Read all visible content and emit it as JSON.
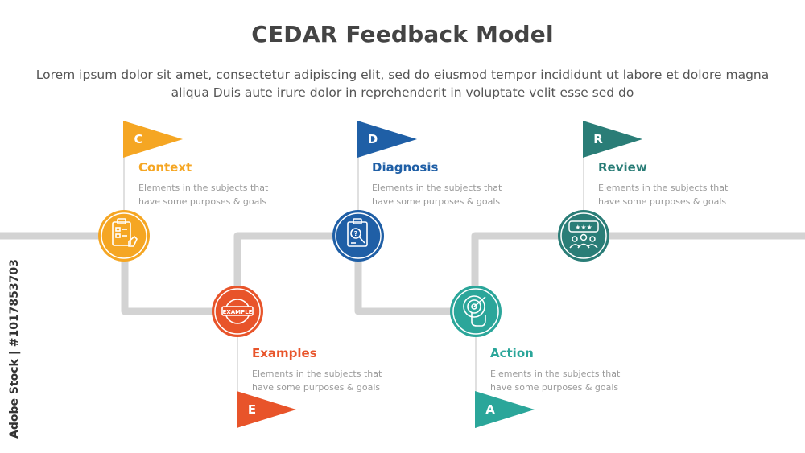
{
  "title": "CEDAR Feedback Model",
  "subtitle": "Lorem ipsum dolor sit amet, consectetur adipiscing elit, sed do eiusmod tempor incididunt ut labore et dolore magna aliqua Duis aute irure dolor in reprehenderit in voluptate velit esse sed do",
  "watermark": "Adobe Stock | #1017853703",
  "colors": {
    "path": "#d3d3d3",
    "context": "#f5a623",
    "diagnosis": "#1f5fa6",
    "review": "#2a7d77",
    "examples": "#e8542a",
    "action": "#2ba69a",
    "description": "#9a9a9a"
  },
  "steps": [
    {
      "id": "context",
      "letter": "C",
      "title": "Context",
      "desc_line1": "Elements in the subjects that",
      "desc_line2": "have  some purposes & goals",
      "icon": "clipboard-checklist-icon"
    },
    {
      "id": "examples",
      "letter": "E",
      "title": "Examples",
      "desc_line1": "Elements in the subjects that",
      "desc_line2": "have  some purposes & goals",
      "icon": "example-badge-icon"
    },
    {
      "id": "diagnosis",
      "letter": "D",
      "title": "Diagnosis",
      "desc_line1": "Elements in the subjects that",
      "desc_line2": "have  some purposes & goals",
      "icon": "clipboard-magnifier-icon"
    },
    {
      "id": "action",
      "letter": "A",
      "title": "Action",
      "desc_line1": "Elements in the subjects that",
      "desc_line2": "have  some purposes & goals",
      "icon": "target-tap-icon"
    },
    {
      "id": "review",
      "letter": "R",
      "title": "Review",
      "desc_line1": "Elements in the subjects that",
      "desc_line2": "have  some purposes & goals",
      "icon": "rating-people-icon"
    }
  ]
}
